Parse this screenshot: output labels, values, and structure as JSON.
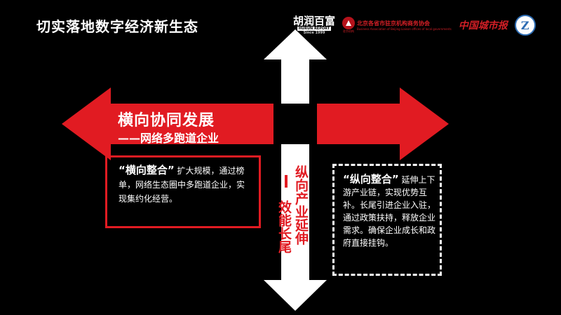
{
  "title": "切实落地数字经济新生态",
  "logos": {
    "hurun": {
      "name": "胡润百富",
      "tag": "HURUN REPORT",
      "since": "Since 1999"
    },
    "association": {
      "cn": "北京各省市驻京机构商务协会",
      "en": "Business Association of Beijing Liaison offices of local governments",
      "seal_caption": "驻京机构"
    },
    "newspaper": "中国城市报",
    "zlogo": "Z"
  },
  "horizontal": {
    "title": "横向协同发展",
    "subtitle": "——网络多跑道企业",
    "box": {
      "lead": "“横向整合”",
      "body": "扩大规模，通过榜单，网络生态圈中多跑道企业，实现集约化经营。"
    }
  },
  "vertical": {
    "title": "纵向产业延伸",
    "subtitle": "效能长尾",
    "box": {
      "lead": "“纵向整合”",
      "body": "延伸上下游产业链，实现优势互补。长尾引进企业入驻，通过政策扶持，释放企业需求。确保企业成长和政府直接挂钩。"
    }
  },
  "colors": {
    "accent": "#e11b22",
    "background": "#000000",
    "arrow_white": "#ffffff"
  }
}
